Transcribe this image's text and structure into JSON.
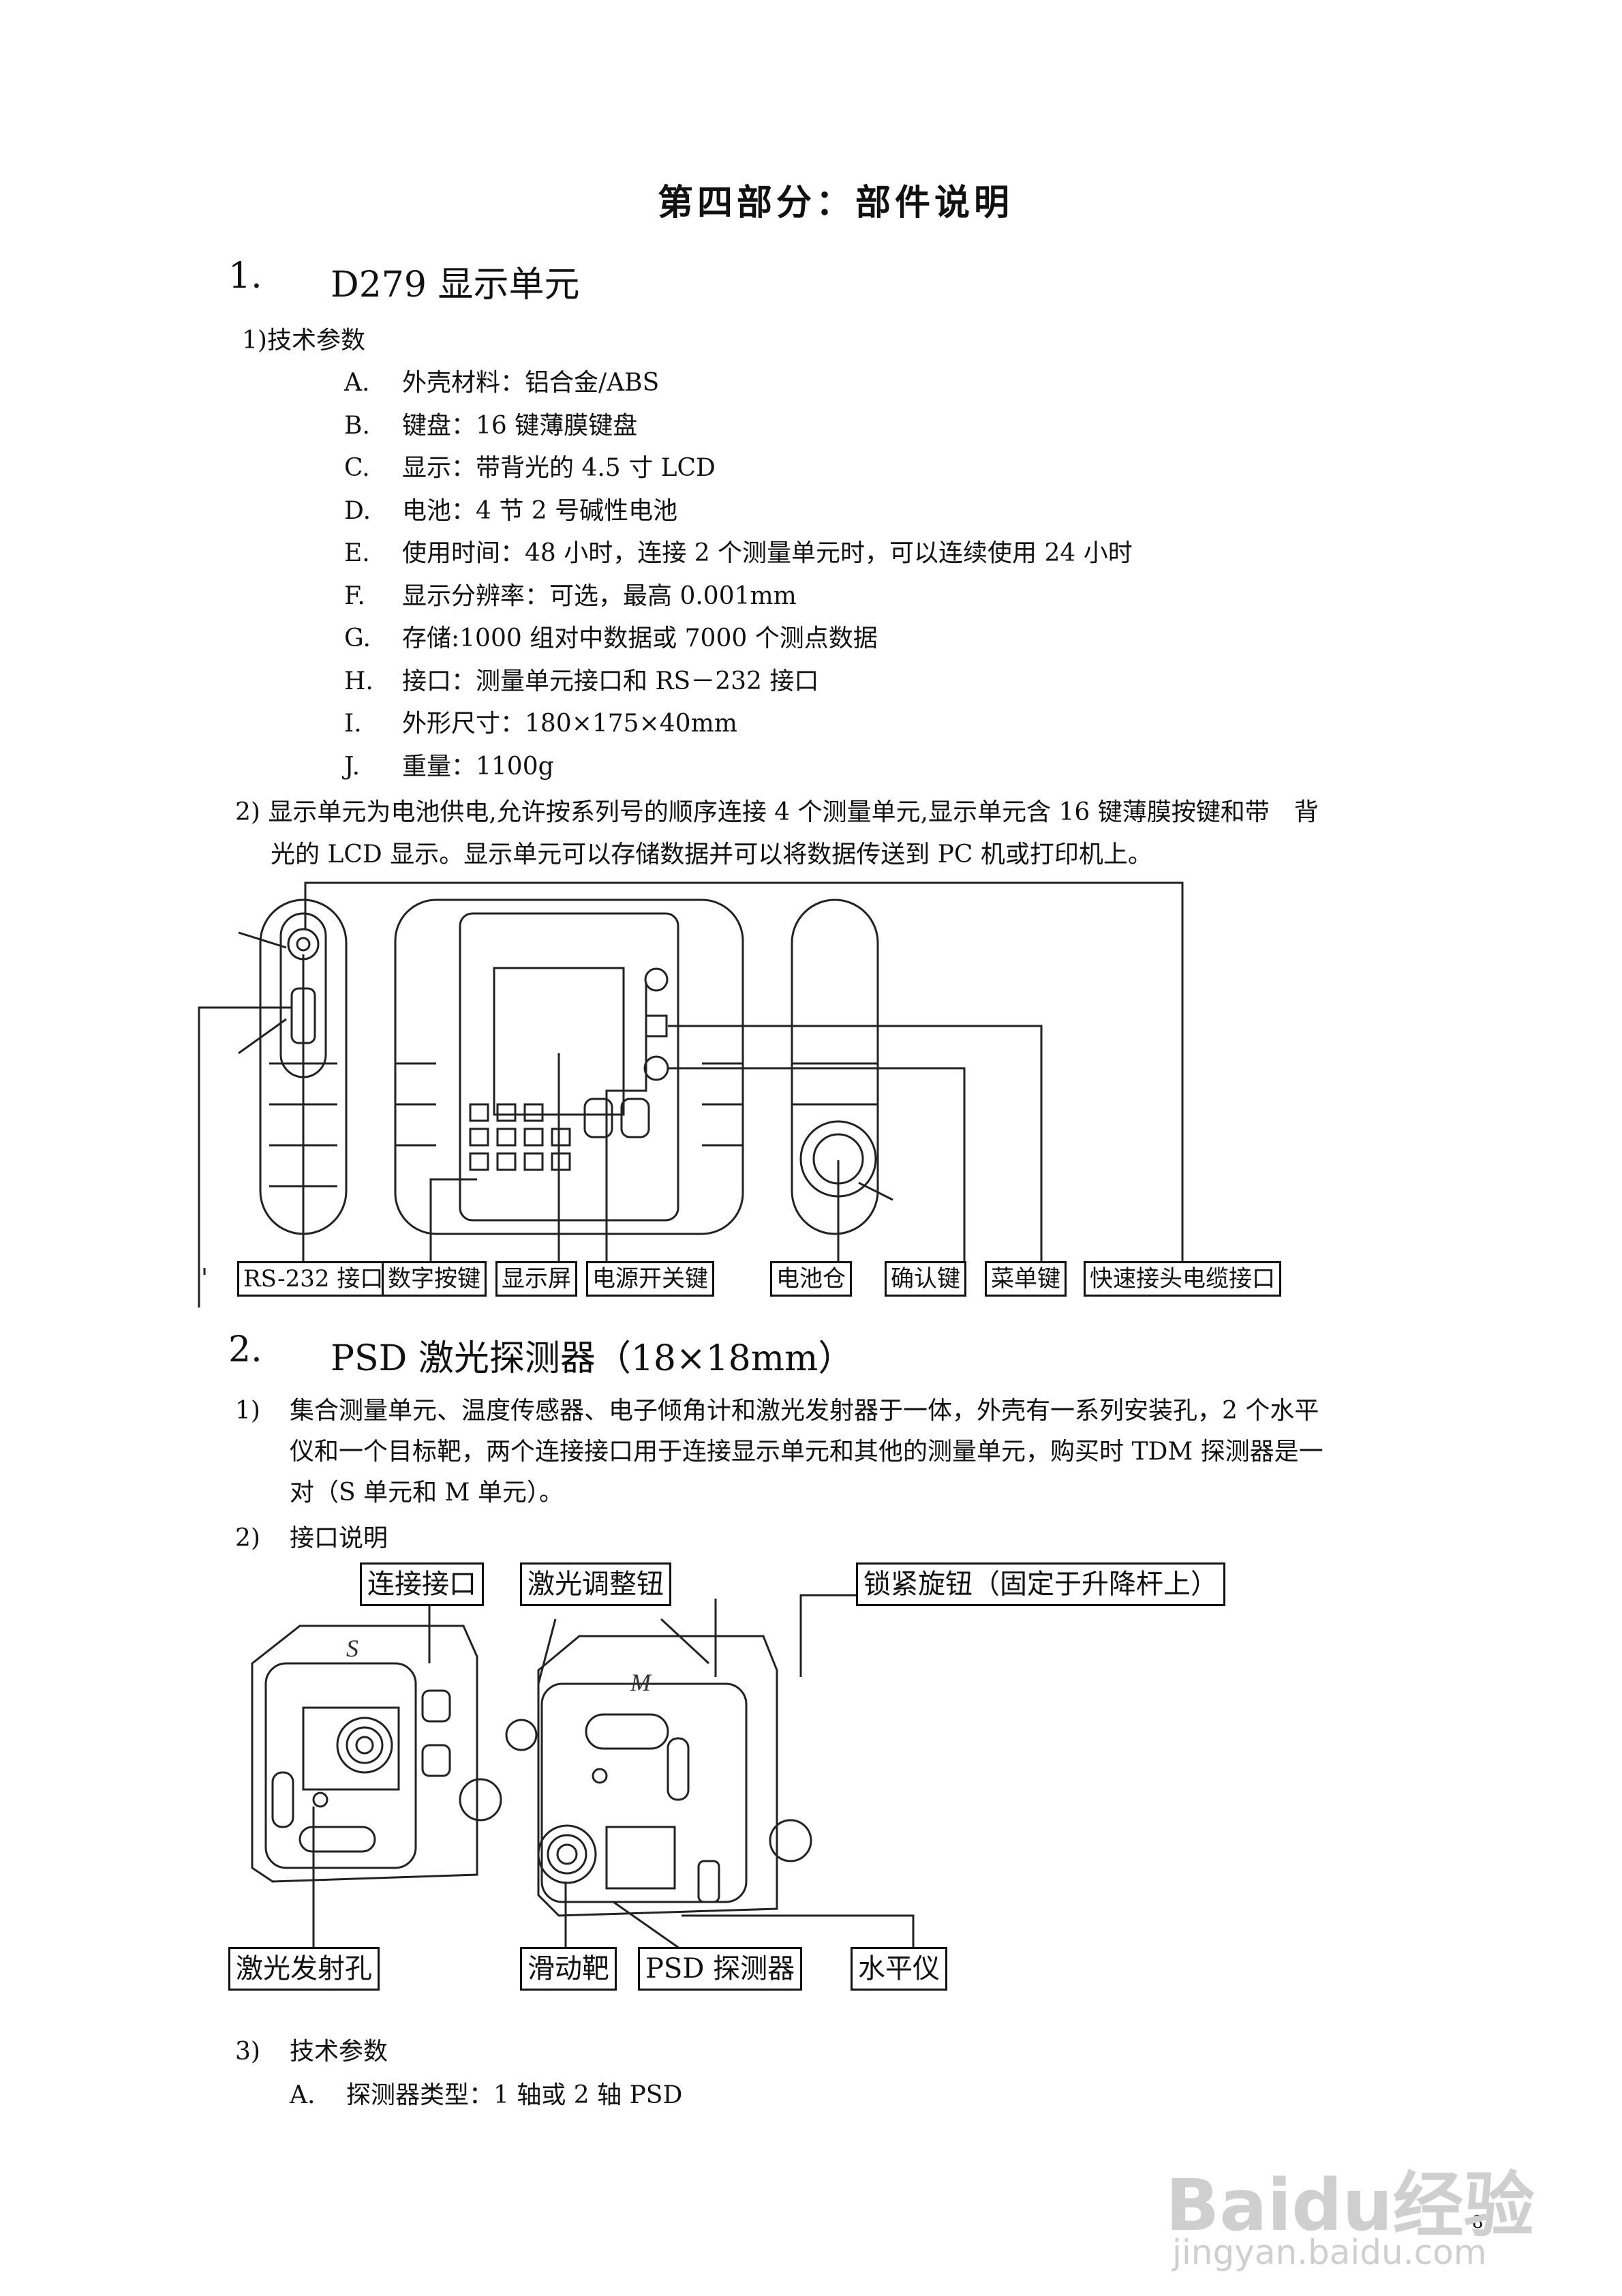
{
  "title": "第四部分：部件说明",
  "section1": {
    "num": "1.",
    "heading": "D279 显示单元",
    "tech_title": "1)技术参数",
    "specs": [
      {
        "k": "A.",
        "v": "外壳材料：铝合金/ABS"
      },
      {
        "k": "B.",
        "v": "键盘：16 键薄膜键盘"
      },
      {
        "k": "C.",
        "v": "显示：带背光的 4.5 寸 LCD"
      },
      {
        "k": "D.",
        "v": "电池：4 节 2 号碱性电池"
      },
      {
        "k": "E.",
        "v": "使用时间：48 小时，连接 2 个测量单元时，可以连续使用 24 小时"
      },
      {
        "k": "F.",
        "v": "显示分辨率：可选，最高 0.001mm"
      },
      {
        "k": "G.",
        "v": "存储:1000 组对中数据或 7000 个测点数据"
      },
      {
        "k": "H.",
        "v": "接口：测量单元接口和 RS－232 接口"
      },
      {
        "k": "I.",
        "v": "外形尺寸：180×175×40mm"
      },
      {
        "k": "J.",
        "v": "重量：1100g"
      }
    ],
    "desc_line1": "2) 显示单元为电池供电,允许按系列号的顺序连接 4 个测量单元,显示单元含 16 键薄膜按键和带　背",
    "desc_line2": "光的 LCD 显示。显示单元可以存储数据并可以将数据传送到 PC 机或打印机上。",
    "labels": [
      "RS-232 接口",
      "数字按键",
      "显示屏",
      "电源开关键",
      "电池仓",
      "确认键",
      "菜单键",
      "快速接头电缆接口"
    ]
  },
  "section2": {
    "num": "2.",
    "heading": "PSD 激光探测器（18×18mm）",
    "p1_num": "1)",
    "p1_line1": "集合测量单元、温度传感器、电子倾角计和激光发射器于一体，外壳有一系列安装孔，2 个水平",
    "p1_line2": "仪和一个目标靶，两个连接接口用于连接显示单元和其他的测量单元，购买时 TDM 探测器是一",
    "p1_line3": "对（S 单元和 M 单元）。",
    "p2_num": "2)",
    "p2_text": "接口说明",
    "labels_top": [
      "连接接口",
      "激光调整钮",
      "锁紧旋钮（固定于升降杆上）"
    ],
    "labels_bottom": [
      "激光发射孔",
      "滑动靶",
      "PSD 探测器",
      "水平仪"
    ],
    "device_letters": [
      "S",
      "M"
    ],
    "p3_num": "3)",
    "p3_text": "技术参数",
    "p3_item_k": "A.",
    "p3_item_v": "探测器类型：1 轴或 2 轴 PSD"
  },
  "page_number": "8",
  "watermark": {
    "brand": "Baidu经验",
    "url": "jingyan.baidu.com"
  }
}
